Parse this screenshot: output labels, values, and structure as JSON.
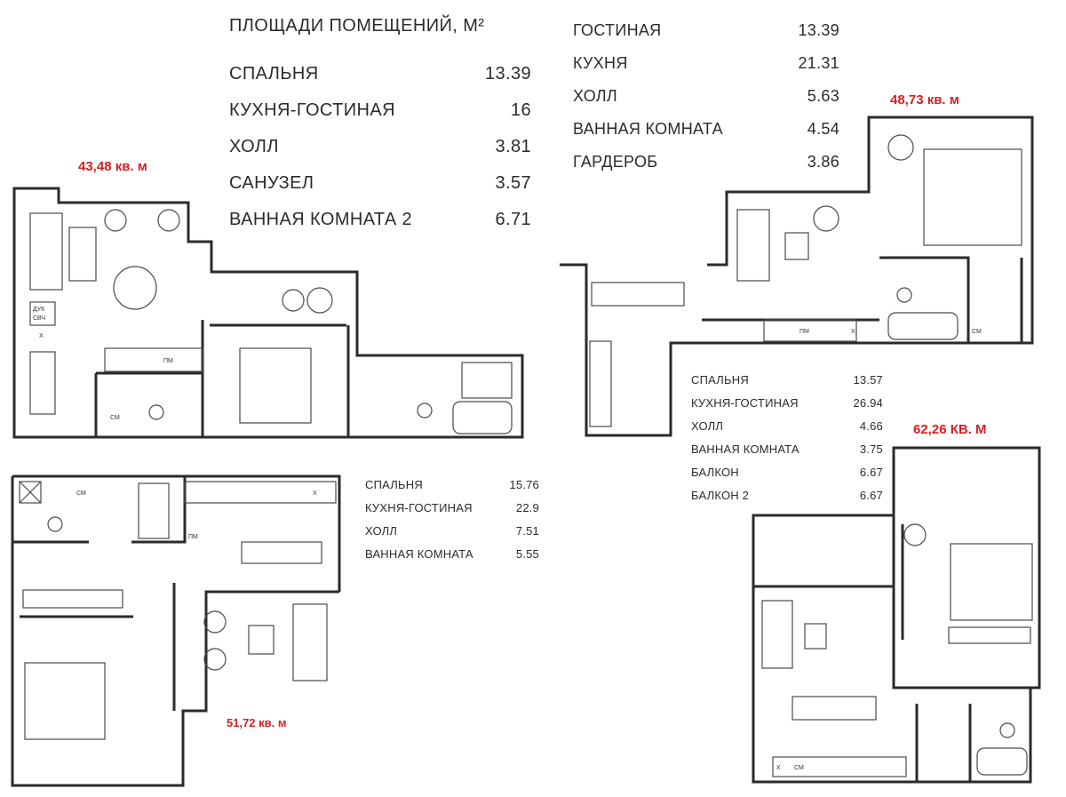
{
  "header": {
    "title": "ПЛОЩАДИ ПОМЕЩЕНИЙ, М²"
  },
  "plan1": {
    "area": "43,48 кв. м",
    "rooms": [
      {
        "name": "СПАЛЬНЯ",
        "value": "13.39"
      },
      {
        "name": "КУХНЯ-ГОСТИНАЯ",
        "value": "16"
      },
      {
        "name": "ХОЛЛ",
        "value": "3.81"
      },
      {
        "name": "САНУЗЕЛ",
        "value": "3.57"
      },
      {
        "name": "ВАННАЯ КОМНАТА 2",
        "value": "6.71"
      }
    ]
  },
  "plan2": {
    "area": "48,73 кв. м",
    "rooms": [
      {
        "name": "ГОСТИНАЯ",
        "value": "13.39"
      },
      {
        "name": "КУХНЯ",
        "value": "21.31"
      },
      {
        "name": "ХОЛЛ",
        "value": "5.63"
      },
      {
        "name": "ВАННАЯ КОМНАТА",
        "value": "4.54"
      },
      {
        "name": "ГАРДЕРОБ",
        "value": "3.86"
      }
    ]
  },
  "plan3": {
    "area": "51,72 кв. м",
    "rooms": [
      {
        "name": "СПАЛЬНЯ",
        "value": "15.76"
      },
      {
        "name": "КУХНЯ-ГОСТИНАЯ",
        "value": "22.9"
      },
      {
        "name": "ХОЛЛ",
        "value": "7.51"
      },
      {
        "name": "ВАННАЯ КОМНАТА",
        "value": "5.55"
      }
    ]
  },
  "plan4": {
    "area": "62,26 КВ. М",
    "rooms": [
      {
        "name": "СПАЛЬНЯ",
        "value": "13.57"
      },
      {
        "name": "КУХНЯ-ГОСТИНАЯ",
        "value": "26.94"
      },
      {
        "name": "ХОЛЛ",
        "value": "4.66"
      },
      {
        "name": "ВАННАЯ КОМНАТА",
        "value": "3.75"
      },
      {
        "name": "БАЛКОН",
        "value": "6.67"
      },
      {
        "name": "БАЛКОН 2",
        "value": "6.67"
      }
    ]
  },
  "fixture_labels": {
    "shower": "ДУК",
    "microwave": "СВЧ",
    "dishwasher": "ПМ",
    "washer": "СМ",
    "x": "Х"
  },
  "colors": {
    "area_label": "#d6201f",
    "text": "#2b2b2b"
  }
}
